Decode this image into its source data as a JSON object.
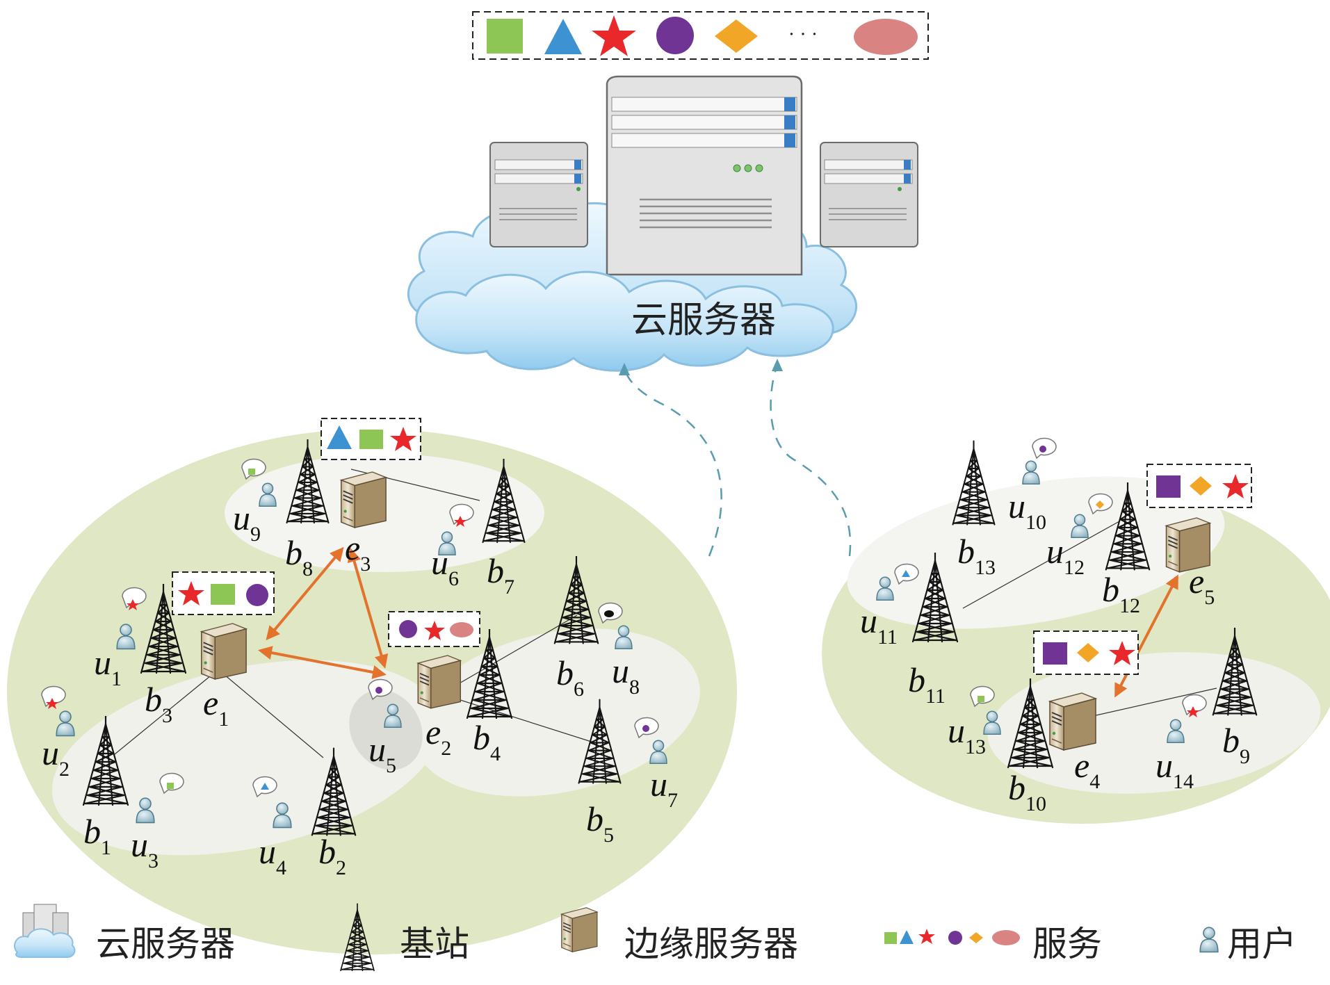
{
  "cloud": {
    "label": "云服务器",
    "dots": "· · ·"
  },
  "regions": [
    {
      "edges": [
        {
          "main": "e",
          "sub": "1"
        },
        {
          "main": "e",
          "sub": "2"
        },
        {
          "main": "e",
          "sub": "3"
        }
      ]
    },
    {
      "edges": [
        {
          "main": "e",
          "sub": "4"
        },
        {
          "main": "e",
          "sub": "5"
        }
      ]
    }
  ],
  "base_stations": [
    {
      "main": "b",
      "sub": "1"
    },
    {
      "main": "b",
      "sub": "2"
    },
    {
      "main": "b",
      "sub": "3"
    },
    {
      "main": "b",
      "sub": "4"
    },
    {
      "main": "b",
      "sub": "5"
    },
    {
      "main": "b",
      "sub": "6"
    },
    {
      "main": "b",
      "sub": "7"
    },
    {
      "main": "b",
      "sub": "8"
    },
    {
      "main": "b",
      "sub": "9"
    },
    {
      "main": "b",
      "sub": "10"
    },
    {
      "main": "b",
      "sub": "11"
    },
    {
      "main": "b",
      "sub": "12"
    },
    {
      "main": "b",
      "sub": "13"
    }
  ],
  "users": [
    {
      "main": "u",
      "sub": "1"
    },
    {
      "main": "u",
      "sub": "2"
    },
    {
      "main": "u",
      "sub": "3"
    },
    {
      "main": "u",
      "sub": "4"
    },
    {
      "main": "u",
      "sub": "5"
    },
    {
      "main": "u",
      "sub": "6"
    },
    {
      "main": "u",
      "sub": "7"
    },
    {
      "main": "u",
      "sub": "8"
    },
    {
      "main": "u",
      "sub": "9"
    },
    {
      "main": "u",
      "sub": "10"
    },
    {
      "main": "u",
      "sub": "11"
    },
    {
      "main": "u",
      "sub": "12"
    },
    {
      "main": "u",
      "sub": "13"
    },
    {
      "main": "u",
      "sub": "14"
    }
  ],
  "legend": {
    "cloud_server": "云服务器",
    "base_station": "基站",
    "edge_server": "边缘服务器",
    "service": "服务",
    "user": "用户"
  },
  "colors": {
    "green": "#8dc655",
    "blue": "#3d93d1",
    "red": "#e8282a",
    "purple": "#6f3494",
    "orange": "#f2a628",
    "pink": "#d98383",
    "region": "#d8e2b8",
    "arrow": "#e2722c",
    "dashed": "#5a9bb0"
  }
}
